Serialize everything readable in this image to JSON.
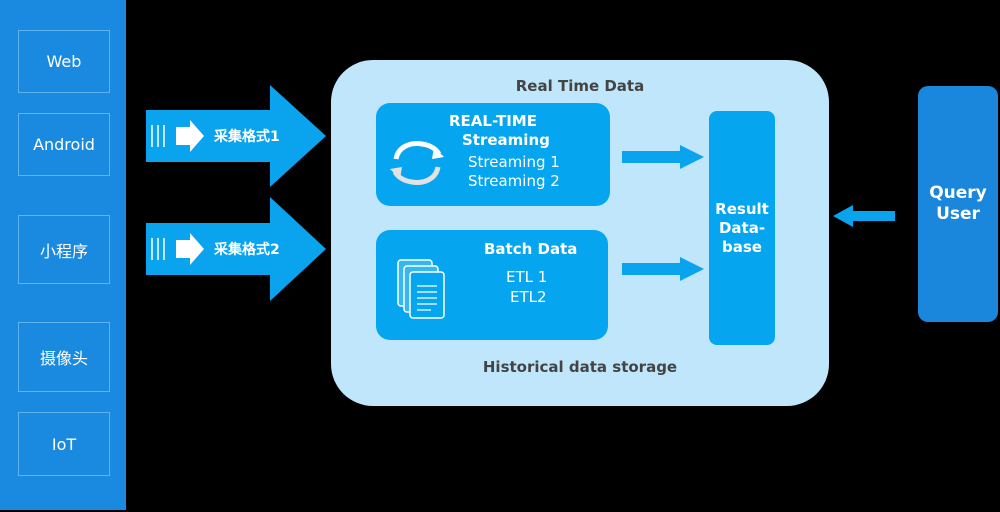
{
  "sources": [
    "Web",
    "Android",
    "小程序",
    "摄像头",
    "IoT"
  ],
  "inputs": [
    {
      "label": "采集格式1"
    },
    {
      "label": "采集格式2"
    }
  ],
  "panel": {
    "top_title": "Real Time Data",
    "bottom_title": "Historical data storage"
  },
  "realtime": {
    "title_line1": "REAL-TIME",
    "title_line2": "Streaming",
    "items": [
      "Streaming 1",
      "Streaming 2"
    ]
  },
  "batch": {
    "title": "Batch Data",
    "items": [
      "ETL 1",
      "ETL2"
    ]
  },
  "result": {
    "lines": [
      "Result",
      "Data-",
      "base"
    ]
  },
  "query": {
    "lines": [
      "Query",
      "User"
    ]
  },
  "colors": {
    "source_panel": "#1a8ae0",
    "arrow": "#0aa3ee",
    "main_panel": "#bfe6fb",
    "box": "#05a6ef",
    "query": "#1a86dc"
  },
  "icons": [
    "refresh-cycle-icon",
    "document-stack-icon",
    "arrow-right-icon",
    "arrow-left-icon"
  ]
}
